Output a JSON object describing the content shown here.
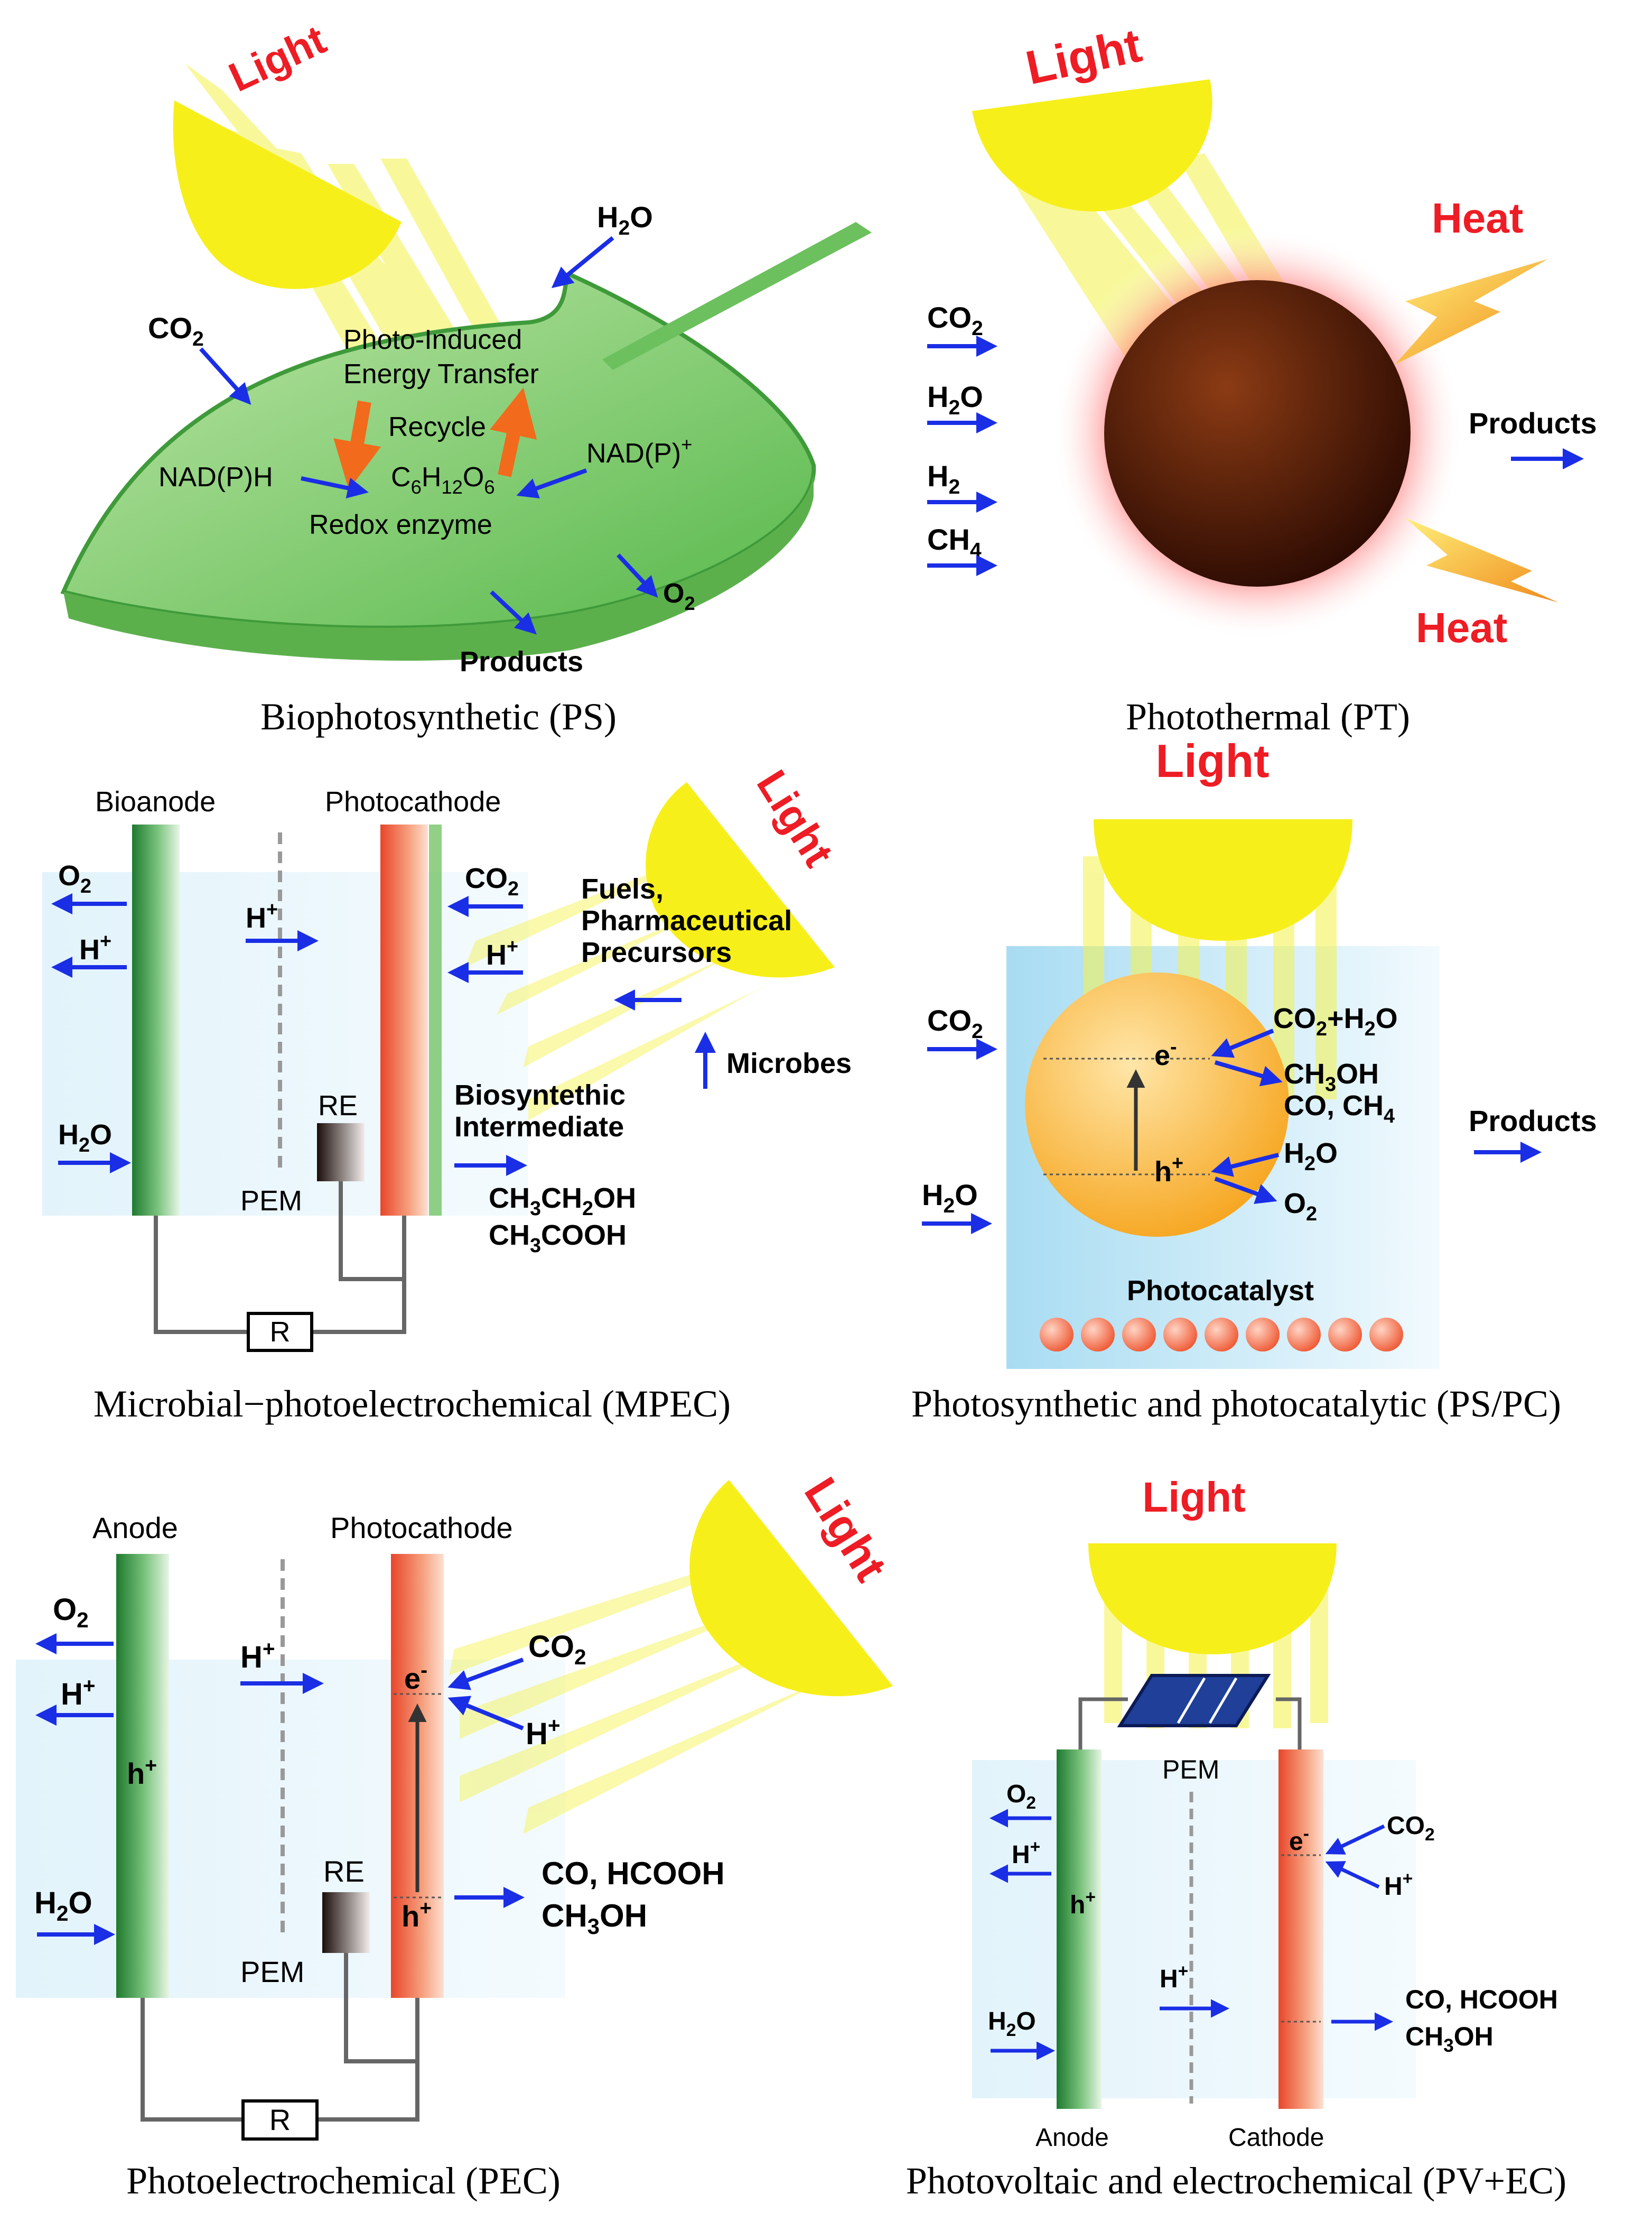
{
  "panels": {
    "ps": {
      "caption": "Biophotosynthetic (PS)",
      "light": "Light",
      "co2": "CO",
      "h2o": "H",
      "energy1": "Photo-Induced",
      "energy2": "Energy Transfer",
      "recycle": "Recycle",
      "nadph": "NAD(P)H",
      "nadp": "NAD(P)",
      "glucose": "C",
      "enzyme": "Redox enzyme",
      "o2": "O",
      "products": "Products"
    },
    "pt": {
      "caption": "Photothermal (PT)",
      "light": "Light",
      "heat_top": "Heat",
      "heat_bottom": "Heat",
      "co2": "CO",
      "h2o": "H",
      "h2": "H",
      "ch4": "CH",
      "products": "Products"
    },
    "mpec": {
      "caption": "Microbial−photoelectrochemical (MPEC)",
      "light": "Light",
      "bioanode": "Bioanode",
      "photocathode": "Photocathode",
      "o2": "O",
      "h_left": "H",
      "h2o": "H",
      "h_mid": "H",
      "pem": "PEM",
      "re": "RE",
      "co2": "CO",
      "h_right": "H",
      "fuels1": "Fuels,",
      "fuels2": "Pharmaceutical",
      "fuels3": "Precursors",
      "microbes": "Microbes",
      "inter1": "Biosyntethic",
      "inter2": "Intermediate",
      "ethanol": "CH",
      "acetic": "CH",
      "resistor": "R"
    },
    "pspc": {
      "caption": "Photosynthetic and photocatalytic (PS/PC)",
      "light": "Light",
      "co2_in": "CO",
      "h2o_in": "H",
      "electron": "e",
      "hole": "h",
      "co2h2o": "CO",
      "methanol": "CH",
      "co_ch4": "CO, CH",
      "h2o_r": "H",
      "o2_r": "O",
      "products": "Products",
      "photocatalyst": "Photocatalyst"
    },
    "pec": {
      "caption": "Photoelectrochemical (PEC)",
      "light": "Light",
      "anode": "Anode",
      "photocathode": "Photocathode",
      "o2": "O",
      "h_left": "H",
      "hole_anode": "h",
      "h2o": "H",
      "h_mid": "H",
      "pem": "PEM",
      "re": "RE",
      "electron": "e",
      "hole": "h",
      "co2": "CO",
      "h_right": "H",
      "prod1": "CO, HCOOH",
      "prod2": "CH",
      "resistor": "R"
    },
    "pvec": {
      "caption": "Photovoltaic and electrochemical (PV+EC)",
      "light": "Light",
      "pem": "PEM",
      "o2": "O",
      "h_left": "H",
      "hole": "h",
      "h2o": "H",
      "h_mid": "H",
      "electron": "e",
      "co2": "CO",
      "h_right": "H",
      "prod1": "CO, HCOOH",
      "prod2": "CH",
      "anode": "Anode",
      "cathode": "Cathode"
    }
  }
}
